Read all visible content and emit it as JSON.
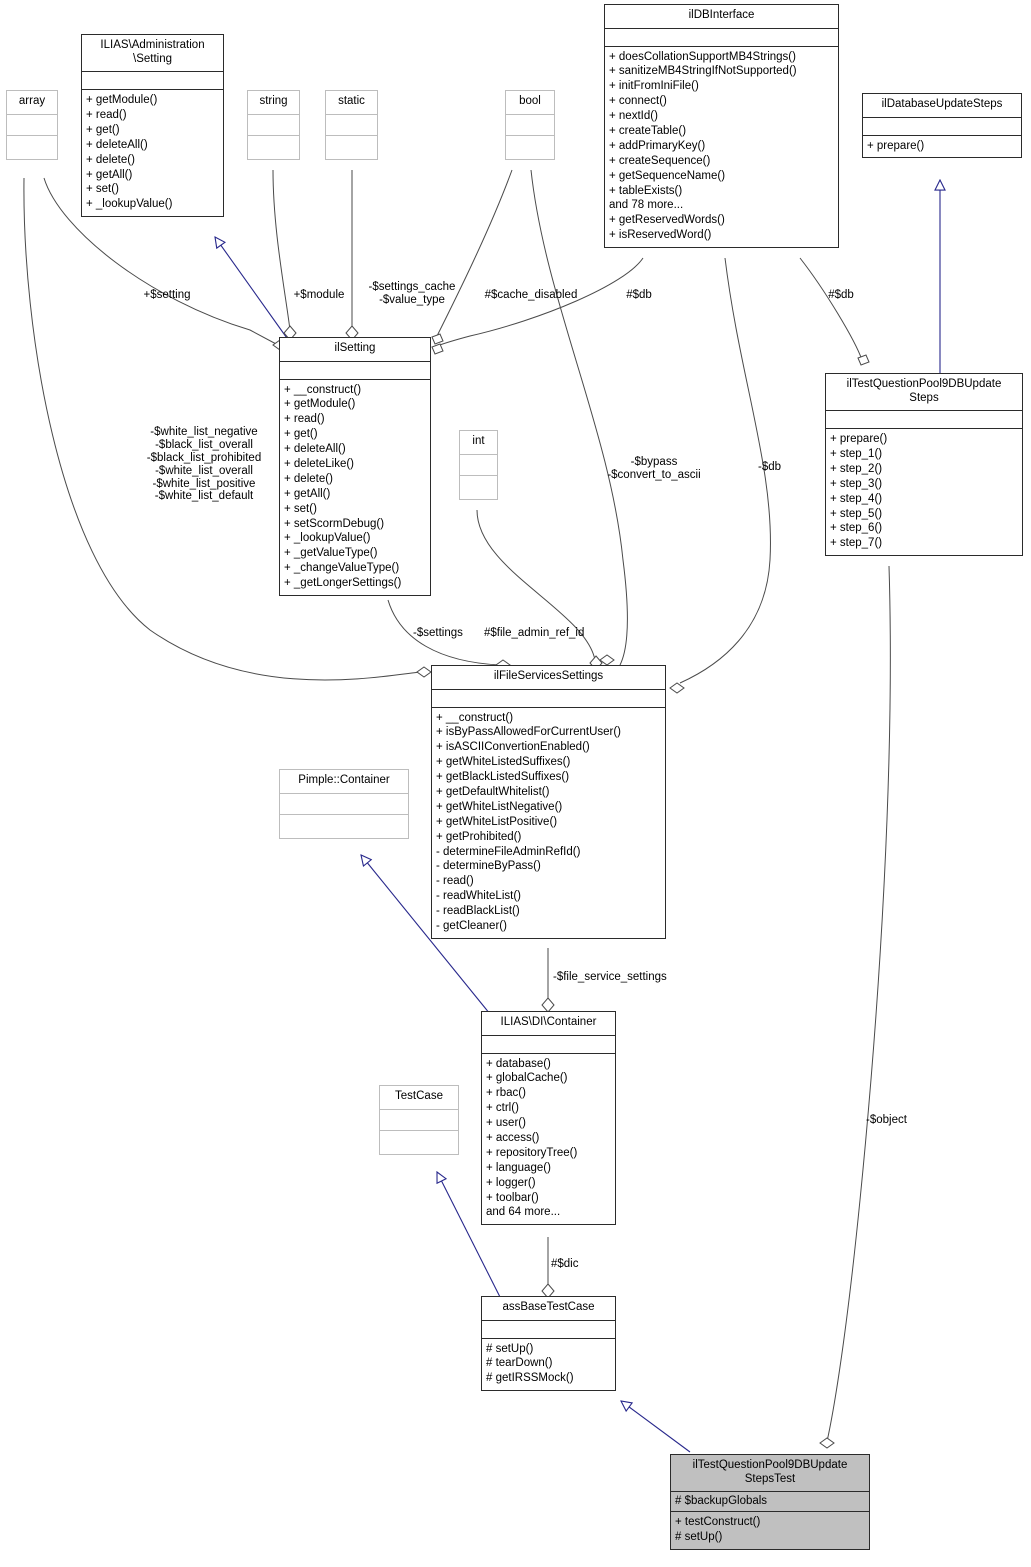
{
  "diagram": {
    "title": "ilTestQuestionPool9DBUpdateStepsTest collaboration diagram",
    "colors": {
      "node_border": "#2b2b2b",
      "light_border": "#bdbdbd",
      "highlight_fill": "#c0c0c0",
      "inherit_edge": "#28288c",
      "assoc_edge": "#4a4a4a"
    }
  },
  "nodes": {
    "array": {
      "title": "array",
      "attrs": [],
      "ops": []
    },
    "ilias_administration_setting": {
      "title": "ILIAS\\Administration\n\\Setting",
      "attrs": [],
      "ops": [
        "+ getModule()",
        "+ read()",
        "+ get()",
        "+ deleteAll()",
        "+ delete()",
        "+ getAll()",
        "+ set()",
        "+ _lookupValue()"
      ]
    },
    "string": {
      "title": "string",
      "attrs": [],
      "ops": []
    },
    "static": {
      "title": "static",
      "attrs": [],
      "ops": []
    },
    "bool": {
      "title": "bool",
      "attrs": [],
      "ops": []
    },
    "int": {
      "title": "int",
      "attrs": [],
      "ops": []
    },
    "ildbinterface": {
      "title": "ilDBInterface",
      "attrs": [],
      "ops": [
        "+ doesCollationSupportMB4Strings()",
        "+ sanitizeMB4StringIfNotSupported()",
        "+ initFromIniFile()",
        "+ connect()",
        "+ nextId()",
        "+ createTable()",
        "+ addPrimaryKey()",
        "+ createSequence()",
        "+ getSequenceName()",
        "+ tableExists()",
        "and 78 more...",
        "+ getReservedWords()",
        "+ isReservedWord()"
      ]
    },
    "ildatabaseupdatesteps": {
      "title": "ilDatabaseUpdateSteps",
      "attrs": [],
      "ops": [
        "+ prepare()"
      ]
    },
    "ilsetting": {
      "title": "ilSetting",
      "attrs": [],
      "ops": [
        "+ __construct()",
        "+ getModule()",
        "+ read()",
        "+ get()",
        "+ deleteAll()",
        "+ deleteLike()",
        "+ delete()",
        "+ getAll()",
        "+ set()",
        "+ setScormDebug()",
        "+ _lookupValue()",
        "+ _getValueType()",
        "+ _changeValueType()",
        "+ _getLongerSettings()"
      ]
    },
    "iltestquestionpool9dbupdatesteps": {
      "title": "ilTestQuestionPool9DBUpdate\nSteps",
      "attrs": [],
      "ops": [
        "+ prepare()",
        "+ step_1()",
        "+ step_2()",
        "+ step_3()",
        "+ step_4()",
        "+ step_5()",
        "+ step_6()",
        "+ step_7()"
      ]
    },
    "ilfileservicessettings": {
      "title": "ilFileServicesSettings",
      "attrs": [],
      "ops": [
        "+ __construct()",
        "+ isByPassAllowedForCurrentUser()",
        "+ isASCIIConvertionEnabled()",
        "+ getWhiteListedSuffixes()",
        "+ getBlackListedSuffixes()",
        "+ getDefaultWhitelist()",
        "+ getWhiteListNegative()",
        "+ getWhiteListPositive()",
        "+ getProhibited()",
        "- determineFileAdminRefId()",
        "- determineByPass()",
        "- read()",
        "- readWhiteList()",
        "- readBlackList()",
        "- getCleaner()"
      ]
    },
    "pimple_container": {
      "title": "Pimple::Container",
      "attrs": [],
      "ops": []
    },
    "ilias_di_container": {
      "title": "ILIAS\\DI\\Container",
      "attrs": [],
      "ops": [
        "+ database()",
        "+ globalCache()",
        "+ rbac()",
        "+ ctrl()",
        "+ user()",
        "+ access()",
        "+ repositoryTree()",
        "+ language()",
        "+ logger()",
        "+ toolbar()",
        "and 64 more..."
      ]
    },
    "testcase": {
      "title": "TestCase",
      "attrs": [],
      "ops": []
    },
    "assbasetestcase": {
      "title": "assBaseTestCase",
      "attrs": [],
      "ops": [
        "# setUp()",
        "# tearDown()",
        "# getIRSSMock()"
      ]
    },
    "iltestquestionpool9dbupdatestepstest": {
      "title": "ilTestQuestionPool9DBUpdate\nStepsTest",
      "attrs": [
        "# $backupGlobals"
      ],
      "ops": [
        "+ testConstruct()",
        "# setUp()"
      ]
    }
  },
  "edge_labels": {
    "setting": "+$setting",
    "module": "+$module",
    "settings_cache_value_type": "-$settings_cache\n-$value_type",
    "cache_disabled": "#$cache_disabled",
    "db_left": "#$db",
    "db_right": "#$db",
    "white_black_lists": "-$white_list_negative\n-$black_list_overall\n-$black_list_prohibited\n-$white_list_overall\n-$white_list_positive\n-$white_list_default",
    "bypass_convert": "-$bypass\n-$convert_to_ascii",
    "db_private": "-$db",
    "settings": "-$settings",
    "file_admin_ref_id": "#$file_admin_ref_id",
    "file_service_settings": "-$file_service_settings",
    "dic": "#$dic",
    "object": "-$object"
  }
}
